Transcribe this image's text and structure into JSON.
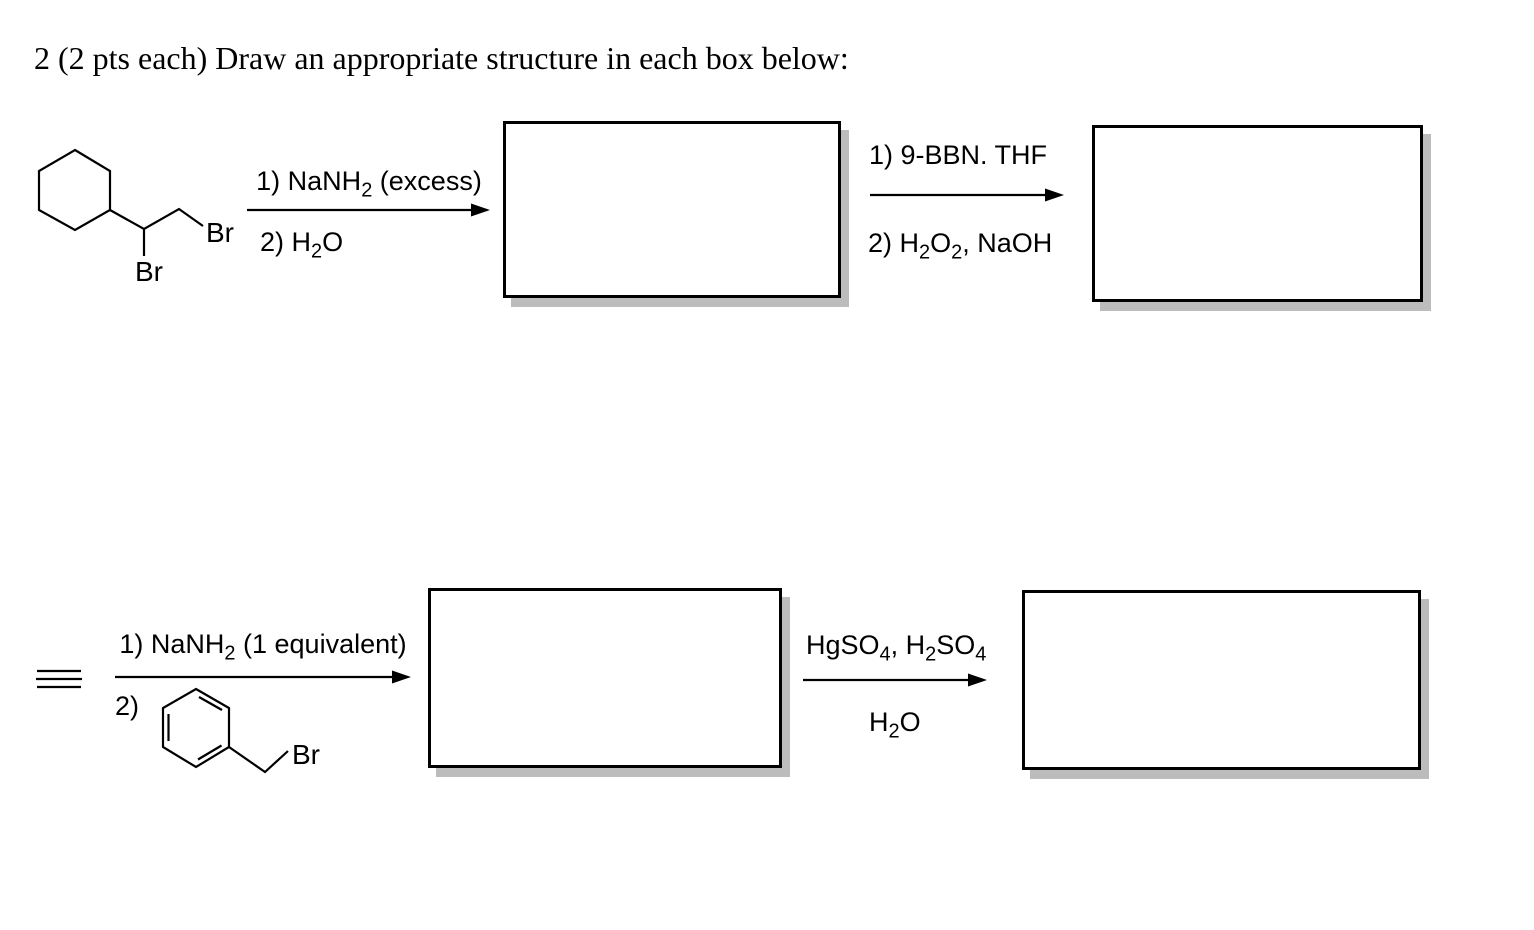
{
  "title": "2 (2 pts each) Draw an appropriate structure in each box below:",
  "reagents": {
    "r1_above": [
      {
        "t": "1) NaNH"
      },
      {
        "sub": "2"
      },
      {
        "t": " (excess)"
      }
    ],
    "r1_below": [
      {
        "t": "2) H"
      },
      {
        "sub": "2"
      },
      {
        "t": "O"
      }
    ],
    "r2_above": [
      {
        "t": "1) 9-BBN. THF"
      }
    ],
    "r2_below": [
      {
        "t": "2) H"
      },
      {
        "sub": "2"
      },
      {
        "t": "O"
      },
      {
        "sub": "2"
      },
      {
        "t": ", NaOH"
      }
    ],
    "r3_above": [
      {
        "t": "1) NaNH"
      },
      {
        "sub": "2"
      },
      {
        "t": " (1 equivalent)"
      }
    ],
    "r3_below_prefix": "2)",
    "r4_above": [
      {
        "t": "HgSO"
      },
      {
        "sub": "4"
      },
      {
        "t": ", H"
      },
      {
        "sub": "2"
      },
      {
        "t": "SO"
      },
      {
        "sub": "4"
      }
    ],
    "r4_below": [
      {
        "t": "H"
      },
      {
        "sub": "2"
      },
      {
        "t": "O"
      }
    ]
  },
  "molecules": {
    "dibromide": {
      "shape": "cyclohexane-with-1,2-dibromoethyl-chain",
      "br1": "Br",
      "br2": "Br"
    },
    "alkyne": {
      "shape": "triple-bond-three-parallel-lines"
    },
    "benzyl_bromide": {
      "shape": "benzene-ring-with-CH2Br",
      "br": "Br"
    }
  },
  "colors": {
    "ink": "#000000",
    "box_border": "#000000",
    "box_shadow": "#bcbcbc",
    "background": "#ffffff"
  }
}
